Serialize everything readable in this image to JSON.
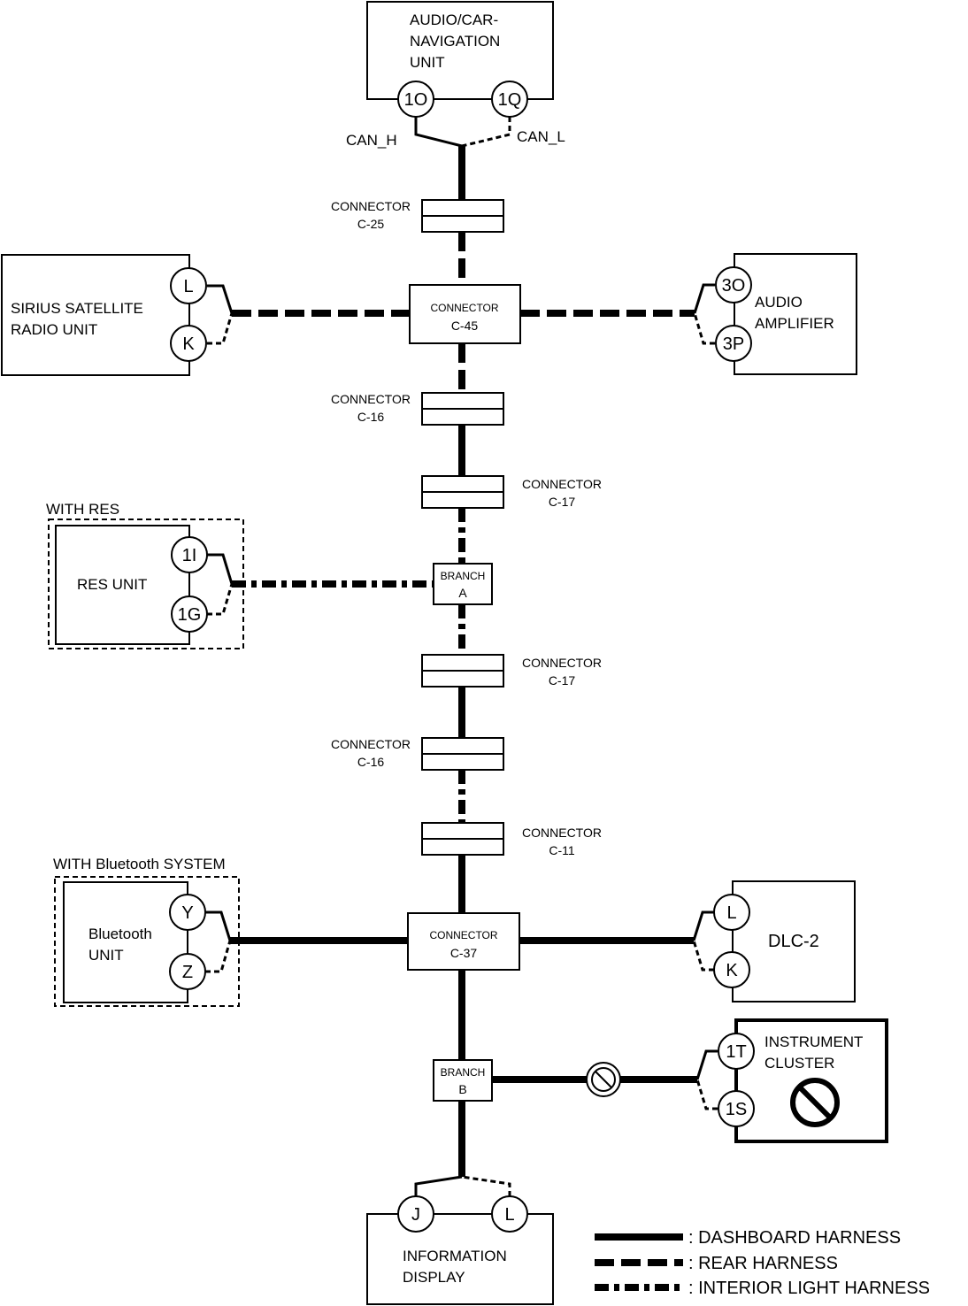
{
  "units": {
    "audio_nav": [
      "AUDIO/CAR-",
      "NAVIGATION",
      "UNIT"
    ],
    "sirius": [
      "SIRIUS SATELLITE",
      "RADIO UNIT"
    ],
    "amplifier": [
      "AUDIO",
      "AMPLIFIER"
    ],
    "res_unit": "RES UNIT",
    "res_option": "WITH RES",
    "bluetooth": [
      "Bluetooth",
      "UNIT"
    ],
    "bluetooth_option": "WITH Bluetooth SYSTEM",
    "dlc": "DLC-2",
    "cluster": [
      "INSTRUMENT",
      "CLUSTER"
    ],
    "info_display": [
      "INFORMATION",
      "DISPLAY"
    ]
  },
  "pins": {
    "audio_h": "1O",
    "audio_l": "1Q",
    "sirius_h": "L",
    "sirius_l": "K",
    "amp_h": "3O",
    "amp_l": "3P",
    "res_h": "1I",
    "res_l": "1G",
    "bt_h": "Y",
    "bt_l": "Z",
    "dlc_h": "L",
    "dlc_l": "K",
    "cluster_h": "1T",
    "cluster_l": "1S",
    "info_h": "J",
    "info_l": "L"
  },
  "signals": {
    "can_h": "CAN_H",
    "can_l": "CAN_L"
  },
  "connectors": {
    "word": "CONNECTOR",
    "c25": "C-25",
    "c45": "C-45",
    "c16": "C-16",
    "c17": "C-17",
    "c11": "C-11",
    "c37": "C-37"
  },
  "branches": {
    "word": "BRANCH",
    "a": "A",
    "b": "B"
  },
  "legend": [
    ": DASHBOARD HARNESS",
    ": REAR HARNESS",
    ": INTERIOR LIGHT HARNESS"
  ]
}
